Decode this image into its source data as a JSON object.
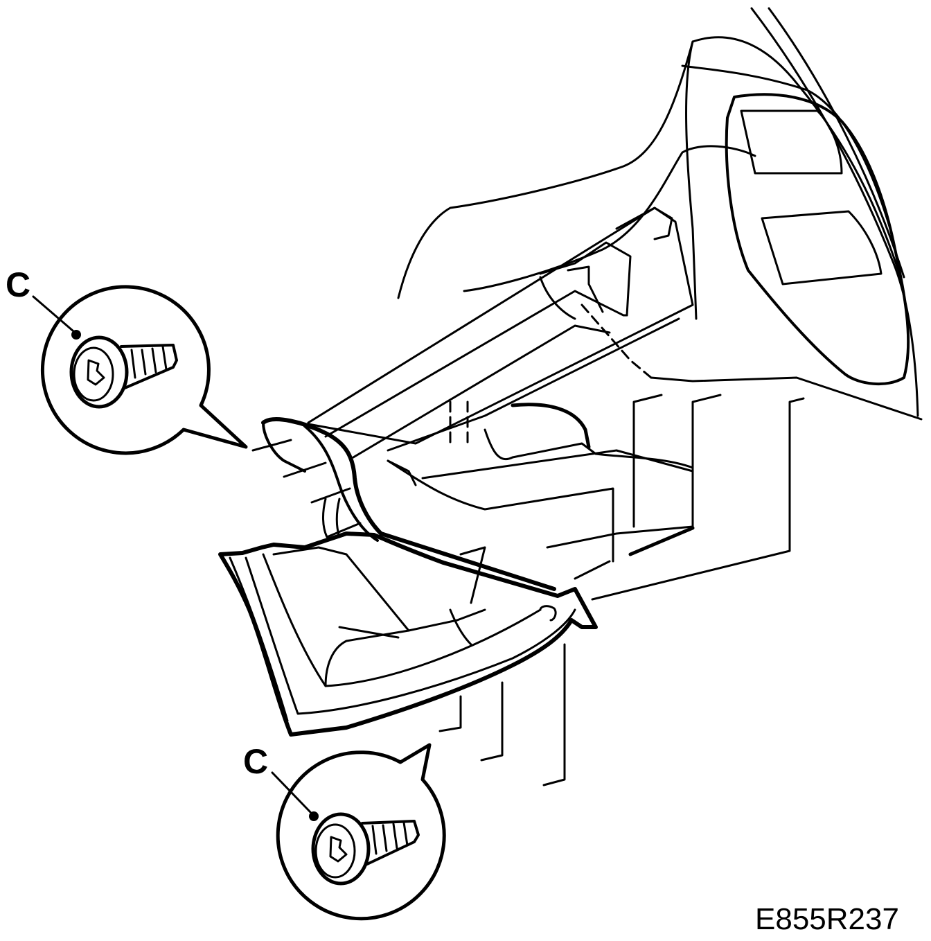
{
  "diagram": {
    "callouts": [
      {
        "id": "top",
        "letter": "C",
        "item": "torx-screw"
      },
      {
        "id": "bottom",
        "letter": "C",
        "item": "torx-screw"
      }
    ],
    "reference_code": "E855R237",
    "colors": {
      "line": "#000000",
      "background": "#ffffff"
    }
  }
}
